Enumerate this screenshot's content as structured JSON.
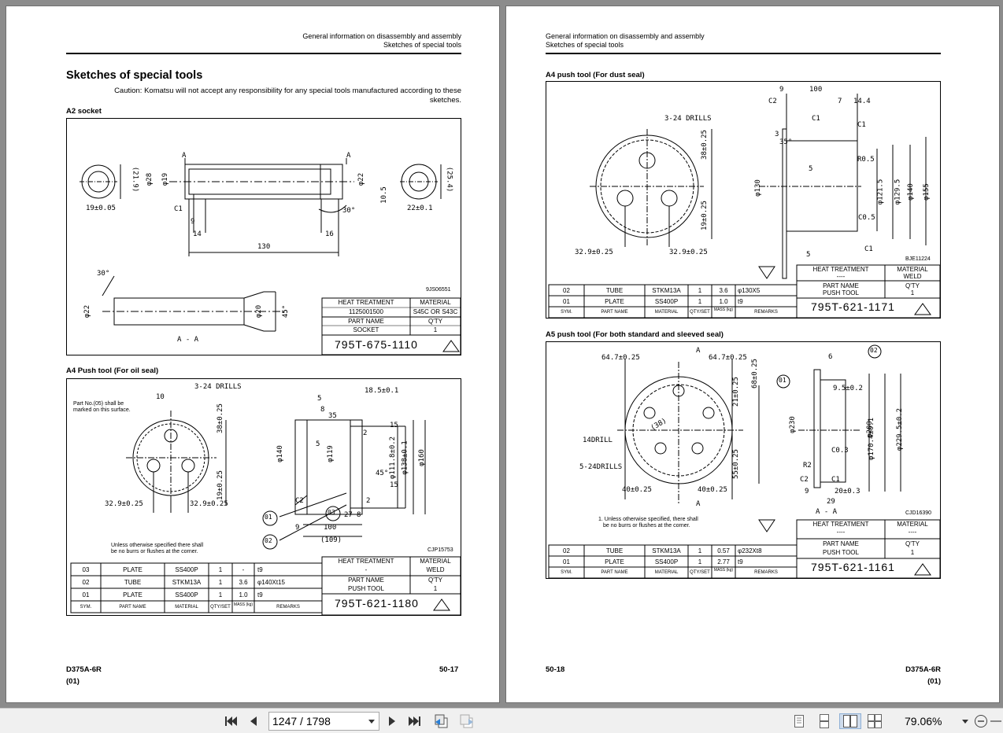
{
  "viewer": {
    "page_indicator": "1247 / 1798",
    "zoom": "79.06%"
  },
  "left_page": {
    "header": {
      "line1": "General information on disassembly and assembly",
      "line2": "Sketches of special tools"
    },
    "title": "Sketches of special tools",
    "caution_line1": "Caution: Komatsu will not accept any responsibility for any special tools manufactured according to these",
    "caution_line2": "sketches.",
    "section_a2": "A2 socket",
    "section_a4_oil": "A4 Push tool (For oil seal)",
    "footer": {
      "model": "D375A-6R",
      "rev": "(01)",
      "page": "50-17"
    },
    "a2": {
      "dims": [
        "(21.9)",
        "19±0.05",
        "φ28",
        "φ19",
        "φ22",
        "C1",
        "9",
        "14",
        "130",
        "16",
        "30°",
        "10.5",
        "(25.4)",
        "22±0.1",
        "A",
        "A",
        "30°",
        "φ22",
        "φ20",
        "45°",
        "A - A",
        "9JS06551"
      ],
      "title_block": {
        "heat_treatment": "HEAT TREATMENT",
        "heat_value": "1125001500",
        "material": "MATERIAL",
        "material_value": "S45C OR S43C",
        "part_name": "PART NAME",
        "part_value": "SOCKET",
        "qty": "Q'TY",
        "qty_value": "1",
        "part_no": "795T-675-1110"
      }
    },
    "a4oil": {
      "dims": [
        "3-24 DRILLS",
        "10",
        "Part No.(05) shall be",
        "marked on this surface.",
        "38±0.25",
        "19±0.25",
        "32.9±0.25",
        "32.9±0.25",
        "18.5±0.1",
        "5",
        "8",
        "35",
        "5",
        "2",
        "15",
        "φ140",
        "φ119",
        "φ111.8±0.2",
        "φ138±0.1",
        "φ160",
        "45°",
        "C2",
        "2",
        "15",
        "01",
        "02",
        "03",
        "100",
        "(109)",
        "9",
        "27",
        "8",
        "Unless otherwise specified there shall",
        "be no burrs or flushes at the corner.",
        "CJP15753"
      ],
      "title_block": {
        "heat_treatment": "HEAT TREATMENT",
        "heat_value": "-",
        "material": "MATERIAL",
        "material_value": "WELD",
        "part_name": "PART NAME",
        "part_value": "PUSH TOOL",
        "qty": "Q'TY",
        "qty_value": "1",
        "part_no": "795T-621-1180"
      },
      "parts_table": {
        "headers": [
          "SYM.",
          "PART NAME",
          "MATERIAL",
          "QTY/SET",
          "MASS (kg)",
          "REMARKS"
        ],
        "rows": [
          [
            "03",
            "PLATE",
            "SS400P",
            "1",
            "-",
            "t9"
          ],
          [
            "02",
            "TUBE",
            "STKM13A",
            "1",
            "3.6",
            "φ140Xt15"
          ],
          [
            "01",
            "PLATE",
            "SS400P",
            "1",
            "1.0",
            "t9"
          ]
        ]
      }
    }
  },
  "right_page": {
    "header": {
      "line1": "General information on disassembly and assembly",
      "line2": "Sketches of special tools"
    },
    "section_a4_dust": "A4 push tool (For dust seal)",
    "section_a5": "A5 push tool (For both standard and sleeved seal)",
    "footer": {
      "model": "D375A-6R",
      "rev": "(01)",
      "page": "50-18"
    },
    "a4dust": {
      "dims": [
        "3-24 DRILLS",
        "38±0.25",
        "19±0.25",
        "32.9±0.25",
        "32.9±0.25",
        "φ130",
        "9",
        "100",
        "C2",
        "7",
        "14.4",
        "C1",
        "C1",
        "3",
        "35°",
        "5",
        "R0.5",
        "φ121.5",
        "φ129.5",
        "φ140",
        "φ155",
        "C0.5",
        "C1",
        "5",
        "BJE11224"
      ],
      "title_block": {
        "heat_treatment": "HEAT TREATMENT",
        "heat_value": "----",
        "material": "MATERIAL",
        "material_value": "WELD",
        "part_name": "PART NAME",
        "part_value": "PUSH TOOL",
        "qty": "Q'TY",
        "qty_value": "1",
        "part_no": "795T-621-1171"
      },
      "parts_table": {
        "headers": [
          "SYM.",
          "PART NAME",
          "MATERIAL",
          "QTY/SET",
          "MASS (kg)",
          "REMARKS"
        ],
        "rows": [
          [
            "02",
            "TUBE",
            "STKM13A",
            "1",
            "3.6",
            "φ130X5"
          ],
          [
            "01",
            "PLATE",
            "SS400P",
            "1",
            "1.0",
            "t9"
          ]
        ]
      }
    },
    "a5": {
      "dims": [
        "64.7±0.25",
        "64.7±0.25",
        "68±0.25",
        "21±0.25",
        "55±0.25",
        "14DRILL",
        "5-24DRILLS",
        "(38)",
        "40±0.25",
        "40±0.25",
        "A",
        "A",
        "1. Unless otherwise specified, there shall",
        "be no burrs or flushes at the corner.",
        "6",
        "02",
        "01",
        "9.5±0.2",
        "φ230",
        "φ170.4±0.1",
        "φ200",
        "φ229.5±0.2",
        "C0.3",
        "R2",
        "C2",
        "C1",
        "9",
        "20±0.3",
        "29",
        "A - A",
        "CJD16390"
      ],
      "title_block": {
        "heat_treatment": "HEAT TREATMENT",
        "heat_value": "----",
        "material": "MATERIAL",
        "material_value": "----",
        "part_name": "PART NAME",
        "part_value": "PUSH TOOL",
        "qty": "Q'TY",
        "qty_value": "1",
        "part_no": "795T-621-1161"
      },
      "parts_table": {
        "headers": [
          "SYM.",
          "PART NAME",
          "MATERIAL",
          "QTY/SET",
          "MASS (kg)",
          "REMARKS"
        ],
        "rows": [
          [
            "02",
            "TUBE",
            "STKM13A",
            "1",
            "0.57",
            "φ232Xt8"
          ],
          [
            "01",
            "PLATE",
            "SS400P",
            "1",
            "2.77",
            "t9"
          ]
        ]
      }
    }
  }
}
